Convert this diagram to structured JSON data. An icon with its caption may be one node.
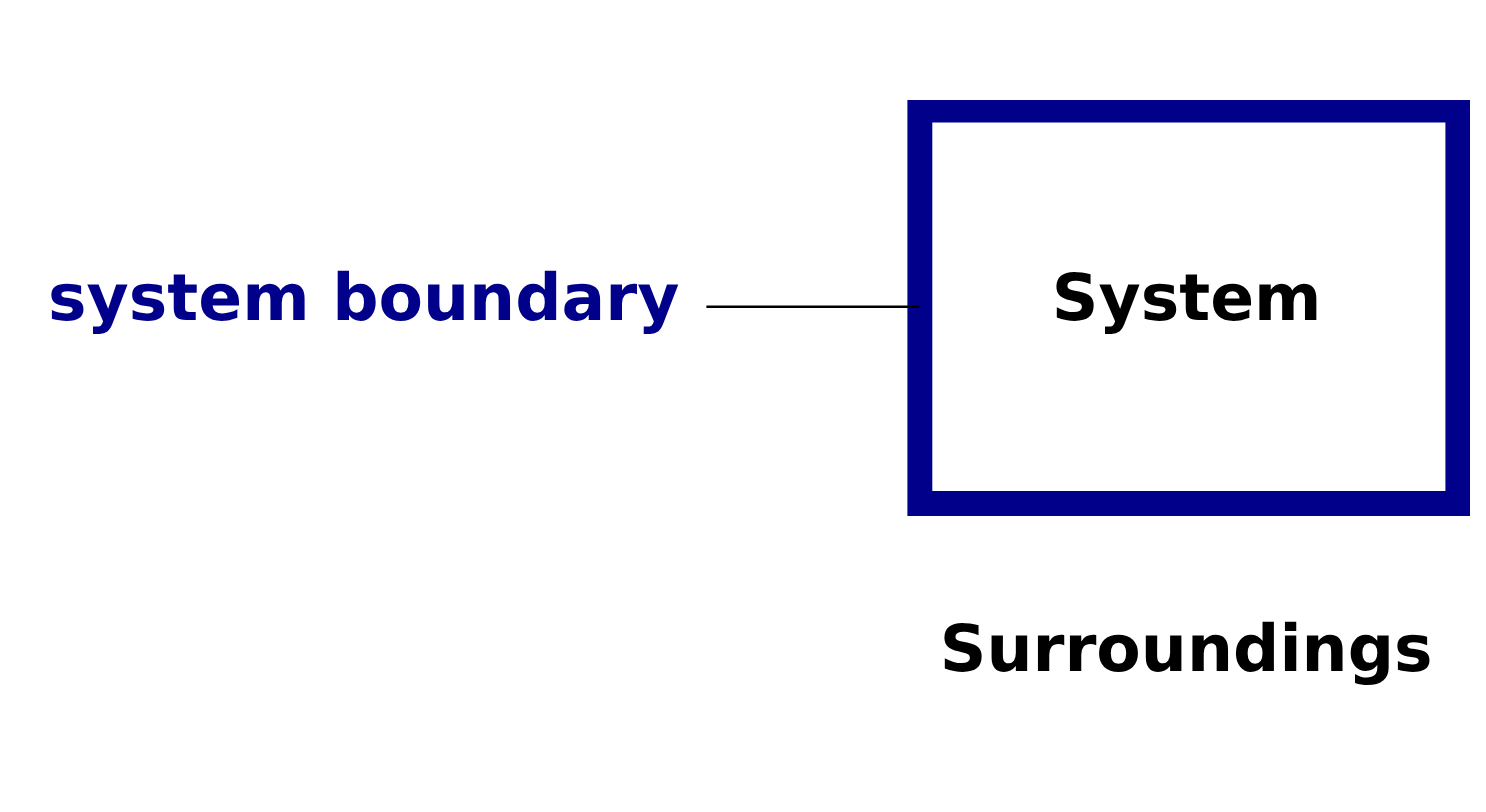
{
  "diagram": {
    "nodes": [
      {
        "text": [
          "System"
        ]
      },
      {
        "text": [
          "system boundary"
        ]
      }
    ],
    "edges": [
      {
        "from": 1,
        "to": 0,
        "arrow": "none"
      }
    ],
    "labels": [
      "Surroundings"
    ]
  }
}
